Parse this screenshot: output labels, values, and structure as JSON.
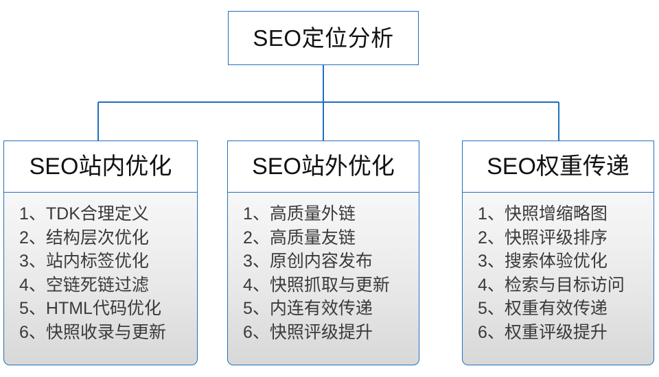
{
  "diagram": {
    "type": "org-tree",
    "root": {
      "label": "SEO定位分析"
    },
    "theme": {
      "border_color": "#1f6fc0",
      "connector_color": "#1f6fc0",
      "header_bg": "#ffffff",
      "body_bg_top": "#f7f7f7",
      "body_bg_bottom": "#d8d8d8",
      "title_color": "#111111",
      "item_color": "#3a3a3a"
    },
    "branches": [
      {
        "title": "SEO站内优化",
        "items": [
          "1、TDK合理定义",
          "2、结构层次优化",
          "3、站内标签优化",
          "4、空链死链过滤",
          "5、HTML代码优化",
          "6、快照收录与更新"
        ]
      },
      {
        "title": "SEO站外优化",
        "items": [
          "1、高质量外链",
          "2、高质量友链",
          "3、原创内容发布",
          "4、快照抓取与更新",
          "5、内连有效传递",
          "6、快照评级提升"
        ]
      },
      {
        "title": "SEO权重传递",
        "items": [
          "1、快照增缩略图",
          "2、快照评级排序",
          "3、搜索体验优化",
          "4、检索与目标访问",
          "5、权重有效传递",
          "6、权重评级提升"
        ]
      }
    ]
  }
}
